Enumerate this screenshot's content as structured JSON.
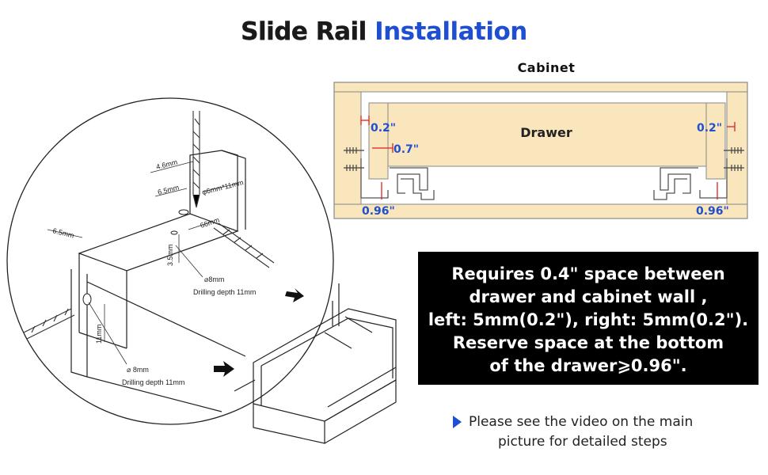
{
  "title": {
    "part1": "Slide Rail ",
    "part2": "Installation"
  },
  "diagram": {
    "cabinet_label": "Cabinet",
    "drawer_label": "Drawer",
    "dims": {
      "left_gap": "0.2\"",
      "right_gap": "0.2\"",
      "rail_offset": "0.7\"",
      "bottom_left": "0.96\"",
      "bottom_right": "0.96\""
    },
    "drill": {
      "d46": "4.6mm",
      "d65a": "6.5mm",
      "d65b": "6.5mm",
      "d11a": "φ6mm*11mm",
      "d66": "66mm",
      "d35": "3.5mm",
      "hole_a": "⌀8mm",
      "depth_a": "Drilling depth 11mm",
      "d11b": "11mm",
      "hole_b": "⌀ 8mm",
      "depth_b": "Drilling depth 11mm"
    }
  },
  "notice": {
    "lines": [
      "Requires 0.4\" space between",
      "drawer and cabinet wall ,",
      "left: 5mm(0.2\"), right: 5mm(0.2\").",
      "Reserve space at the bottom",
      "of the drawer⩾0.96\"."
    ]
  },
  "note": {
    "line1": "Please see the video on the main",
    "line2": "picture for detailed steps"
  },
  "colors": {
    "accent": "#1f4fd1",
    "wood": "#f9e6bd",
    "dimension_red": "#e02020"
  }
}
